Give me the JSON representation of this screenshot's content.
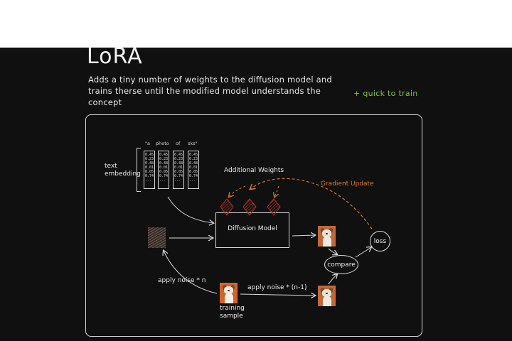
{
  "header": {
    "title": "LoRA",
    "subtitle": "Adds a tiny number of weights to the diffusion model and trains therse until the modified model understands the concept",
    "pro": "+ quick to train"
  },
  "diagram": {
    "text_embedding": {
      "label_line1": "text",
      "label_line2": "embedding",
      "tokens": [
        "\"a",
        "photo",
        "of",
        "sks\""
      ],
      "column_values": [
        "0.45",
        "0.23",
        "0.48",
        "0.01",
        "0.05",
        "0.74",
        "..."
      ]
    },
    "additional_weights": "Additional Weights",
    "gradient_update": "Gradient Update",
    "diffusion_model": "Diffusion Model",
    "loss": "loss",
    "compare": "compare",
    "apply_noise_n": "apply noise * n",
    "apply_noise_n_minus_1": "apply noise * (n-1)",
    "training_sample_line1": "training",
    "training_sample_line2": "sample"
  },
  "colors": {
    "background": "#101010",
    "accent_orange": "#e07a2e",
    "pro_green": "#7cc242",
    "weights_red": "#b0302a"
  }
}
